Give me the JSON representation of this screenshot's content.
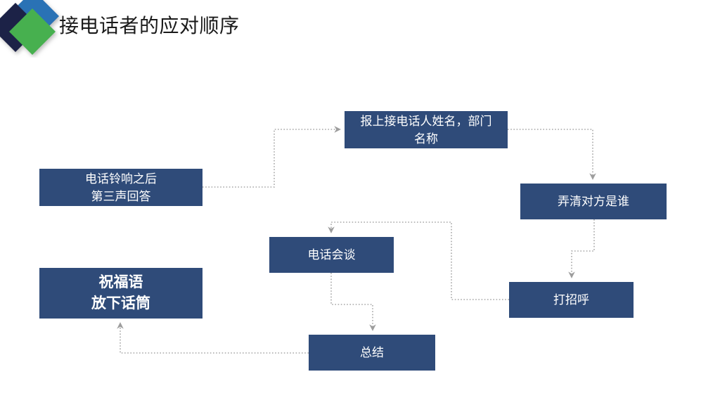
{
  "header": {
    "title": "接电话者的应对顺序",
    "logo_name": "company-diamond-logo",
    "logo_colors": {
      "blue": "#2A72B5",
      "navy": "#1C2347",
      "green": "#46B050"
    }
  },
  "theme": {
    "background": "#FFFFFF",
    "node_fill": "#2F4B79",
    "node_text": "#FFFFFF",
    "connector": "#A6A6A6",
    "title_text": "#1A1A1A"
  },
  "flow": {
    "title": "接电话者的应对顺序",
    "nodes": [
      {
        "id": "ring",
        "label": "电话铃响之后\n第三声回答",
        "bold": false
      },
      {
        "id": "announce",
        "label": "报上接电话人姓名，部门\n名称",
        "bold": false
      },
      {
        "id": "identify",
        "label": "弄清对方是谁",
        "bold": false
      },
      {
        "id": "greet",
        "label": "打招呼",
        "bold": false
      },
      {
        "id": "talk",
        "label": "电话会谈",
        "bold": false
      },
      {
        "id": "summary",
        "label": "总结",
        "bold": false
      },
      {
        "id": "closing",
        "label": "祝福语\n放下话筒",
        "bold": true
      }
    ],
    "edges": [
      {
        "from": "ring",
        "to": "announce",
        "style": "dotted",
        "arrow": "right"
      },
      {
        "from": "announce",
        "to": "identify",
        "style": "dotted",
        "arrow": "down"
      },
      {
        "from": "identify",
        "to": "greet",
        "style": "dotted",
        "arrow": "down"
      },
      {
        "from": "greet",
        "to": "talk",
        "style": "dotted",
        "arrow": "down"
      },
      {
        "from": "talk",
        "to": "summary",
        "style": "dotted",
        "arrow": "down"
      },
      {
        "from": "summary",
        "to": "closing",
        "style": "dotted",
        "arrow": "up"
      }
    ]
  }
}
